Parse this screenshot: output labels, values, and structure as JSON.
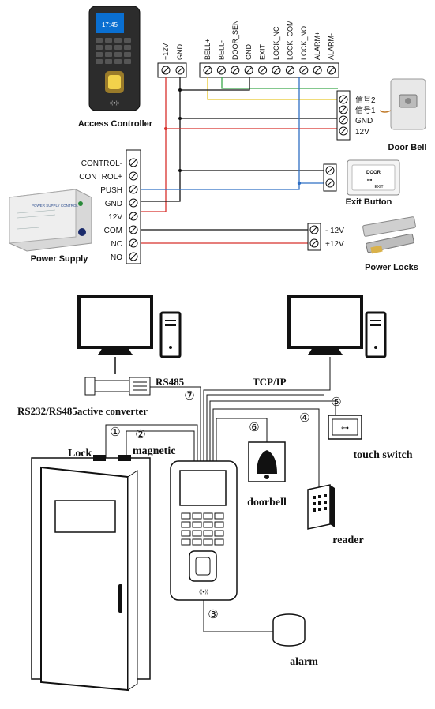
{
  "top": {
    "controller_label": "Access Controller",
    "controller_screen_time": "17:45",
    "ctrl_terminals": [
      "+12V",
      "GND"
    ],
    "lock_terminals": [
      "BELL+",
      "BELL-",
      "DOOR_SEN",
      "GND",
      "EXIT",
      "LOCK_NC",
      "LOCK_COM",
      "LOCK_NO",
      "ALARM+",
      "ALARM-"
    ],
    "bell_terminals": [
      "信号2",
      "信号1",
      "GND",
      "12V"
    ],
    "bell_label": "Door Bell",
    "psu_terminals": [
      "CONTROL-",
      "CONTROL+",
      "PUSH",
      "GND",
      "12V",
      "COM",
      "NC",
      "NO"
    ],
    "psu_label": "Power Supply",
    "psu_panel_title": "POWER SUPPLY CONTROL",
    "exit_label": "Exit Button",
    "exit_plate_text": "DOOR",
    "exit_plate_sub": "EXIT",
    "lock_power_terminals": [
      "- 12V",
      "+12V"
    ],
    "locks_label": "Power Locks"
  },
  "bottom": {
    "rs485": "RS485",
    "tcpip": "TCP/IP",
    "converter": "RS232/RS485active converter",
    "lock": "Lock",
    "magnetic": "magnetic",
    "doorbell": "doorbell",
    "reader": "reader",
    "touch_switch": "touch switch",
    "alarm": "alarm",
    "markers": [
      "①",
      "②",
      "③",
      "④",
      "⑤",
      "⑥",
      "⑦"
    ]
  },
  "colors": {
    "wire_red": "#d8312c",
    "wire_black": "#111111",
    "wire_blue": "#2f6fc4",
    "wire_yellow": "#e8c72a",
    "wire_green": "#3aa84a"
  }
}
